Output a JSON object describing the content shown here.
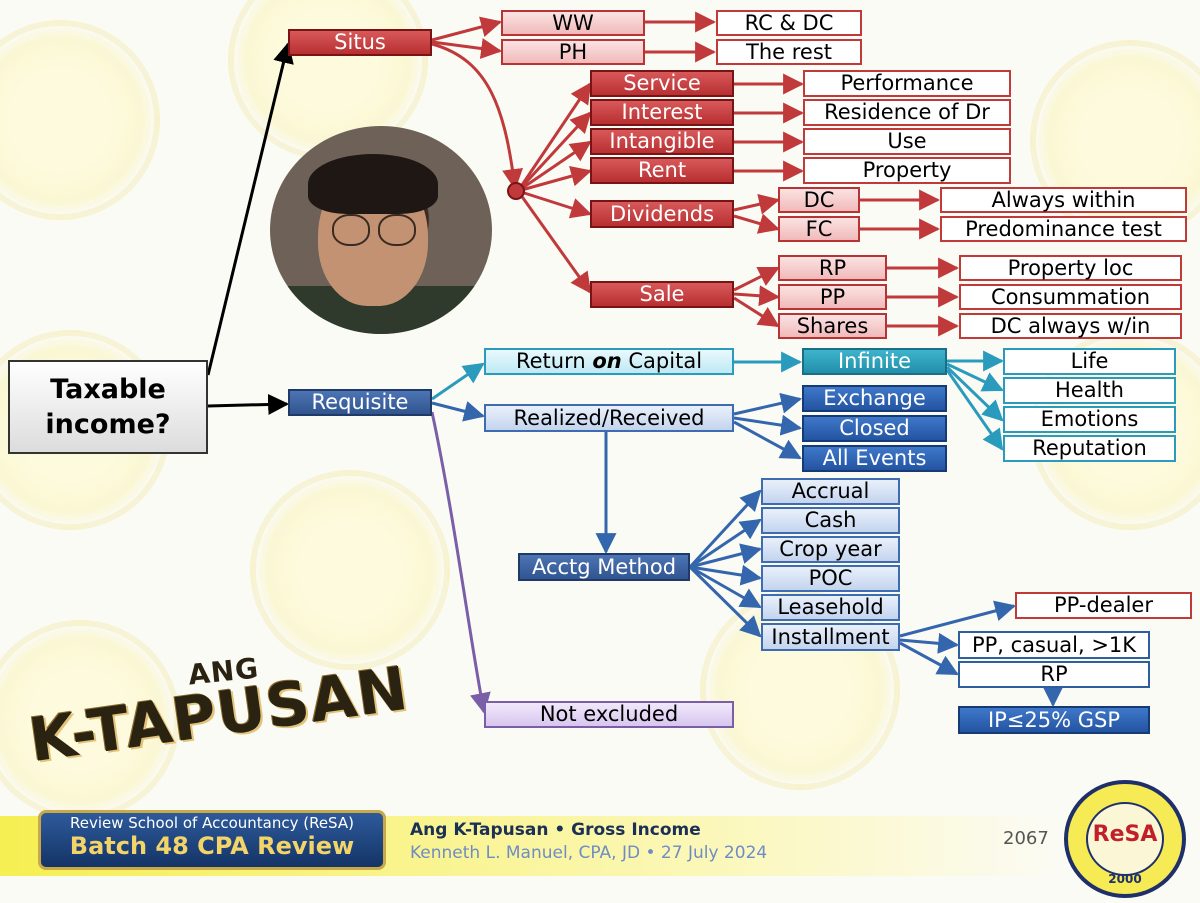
{
  "root": {
    "label": "Taxable income?"
  },
  "situs": {
    "label": "Situs",
    "ww": {
      "label": "WW",
      "rule": "RC & DC"
    },
    "ph": {
      "label": "PH",
      "rule": "The rest"
    },
    "items": [
      {
        "label": "Service",
        "rule": "Performance"
      },
      {
        "label": "Interest",
        "rule": "Residence of Dr"
      },
      {
        "label": "Intangible",
        "rule": "Use"
      },
      {
        "label": "Rent",
        "rule": "Property"
      }
    ],
    "dividends": {
      "label": "Dividends",
      "dc": {
        "label": "DC",
        "rule": "Always within"
      },
      "fc": {
        "label": "FC",
        "rule": "Predominance test"
      }
    },
    "sale": {
      "label": "Sale",
      "rp": {
        "label": "RP",
        "rule": "Property loc"
      },
      "pp": {
        "label": "PP",
        "rule": "Consummation"
      },
      "shares": {
        "label": "Shares",
        "rule": "DC always w/in"
      }
    }
  },
  "requisite": {
    "label": "Requisite",
    "return_label_pre": "Return ",
    "return_label_em": "on",
    "return_label_post": " Capital",
    "infinite": "Infinite",
    "infinite_items": [
      "Life",
      "Health",
      "Emotions",
      "Reputation"
    ],
    "realized": "Realized/Received",
    "realized_items": [
      "Exchange",
      "Closed",
      "All Events"
    ],
    "acctg": "Acctg Method",
    "methods": [
      "Accrual",
      "Cash",
      "Crop year",
      "POC",
      "Leasehold",
      "Installment"
    ],
    "installment": {
      "pp_dealer": "PP-dealer",
      "pp_casual": "PP, casual, >1K",
      "rp": "RP",
      "ip": "IP≤25% GSP"
    },
    "not_excluded": "Not excluded"
  },
  "overlay": {
    "ang": "ANG",
    "ktapusan": "K-TAPUSAN"
  },
  "footer": {
    "org": "Review School of Accountancy (ReSA)",
    "batch": "Batch 48 CPA Review",
    "title": "Ang K-Tapusan • Gross Income",
    "author": "Kenneth L. Manuel, CPA, JD • 27 July 2024",
    "page": "2067"
  },
  "seal": {
    "logo": "ReSA",
    "year": "2000"
  },
  "colors": {
    "red": "#c0393b",
    "navy": "#30558f",
    "teal": "#2a9bbd",
    "purple": "#7b5ea8"
  }
}
